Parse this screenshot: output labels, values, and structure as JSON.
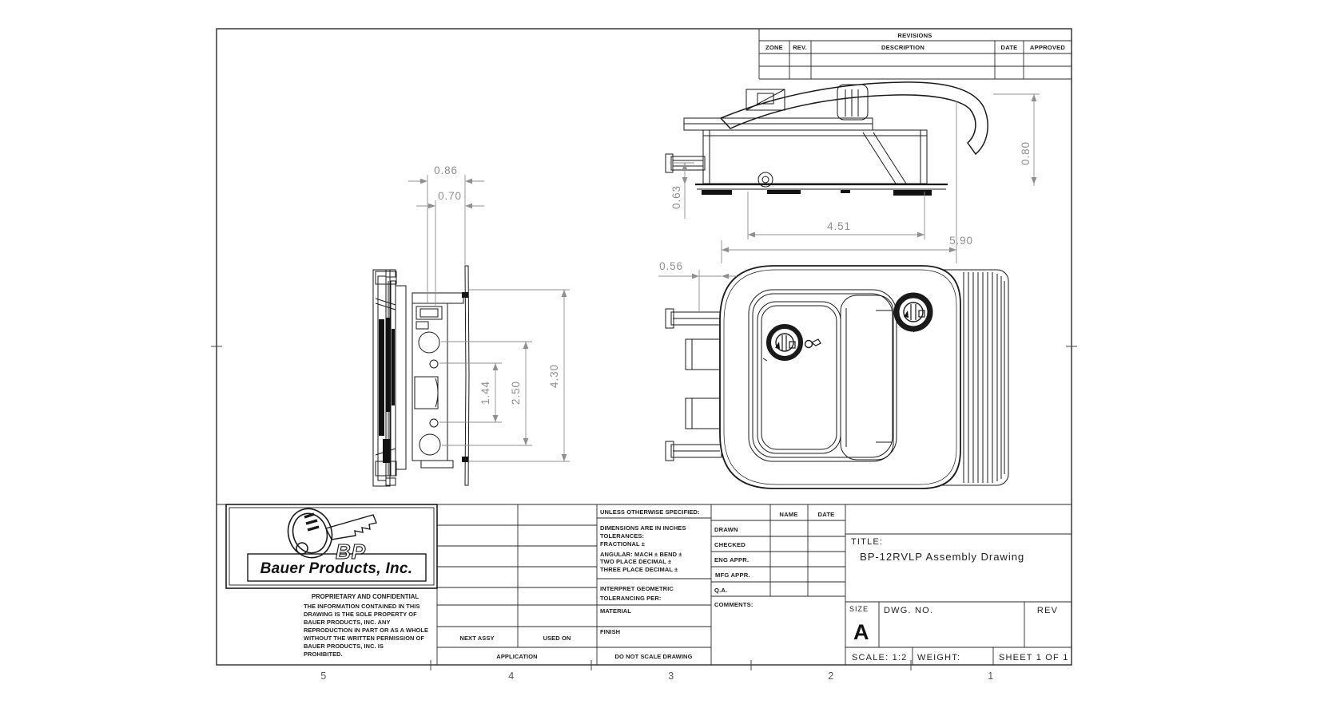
{
  "drawing": {
    "dims": {
      "side_top_outer": "0.86",
      "side_top_inner": "0.70",
      "side_small_holes": "1.44",
      "side_large_holes": "2.50",
      "side_overall": "4.30",
      "top_depth": "0.63",
      "top_body_width": "4.51",
      "top_handle_height": "0.80",
      "front_width": "5.90",
      "front_offset": "0.56"
    },
    "zones": [
      "5",
      "4",
      "3",
      "2",
      "1"
    ]
  },
  "revisions": {
    "title": "REVISIONS",
    "col_zone": "ZONE",
    "col_rev": "REV.",
    "col_description": "DESCRIPTION",
    "col_date": "DATE",
    "col_approved": "APPROVED"
  },
  "tolerance_block": {
    "header": "UNLESS OTHERWISE SPECIFIED:",
    "lines": [
      "DIMENSIONS ARE IN INCHES",
      "TOLERANCES:",
      "FRACTIONAL ±",
      "ANGULAR: MACH ±   BEND  ±",
      "TWO PLACE DECIMAL    ±",
      "THREE PLACE DECIMAL  ±"
    ],
    "interpret_1": "INTERPRET GEOMETRIC",
    "interpret_2": "TOLERANCING PER:",
    "material": "MATERIAL",
    "finish": "FINISH",
    "do_not_scale": "DO NOT SCALE DRAWING"
  },
  "application_block": {
    "next_assy": "NEXT ASSY",
    "used_on": "USED ON",
    "application": "APPLICATION"
  },
  "approvals": {
    "name": "NAME",
    "date": "DATE",
    "rows": [
      "DRAWN",
      "CHECKED",
      "ENG APPR.",
      "MFG APPR.",
      "Q.A."
    ],
    "comments": "COMMENTS:"
  },
  "title_block": {
    "title_label": "TITLE:",
    "title": "BP-12RVLP Assembly Drawing",
    "size_label": "SIZE",
    "size": "A",
    "dwg_no_label": "DWG. NO.",
    "rev_label": "REV",
    "scale": "SCALE: 1:2",
    "weight": "WEIGHT:",
    "sheet": "SHEET 1 OF 1"
  },
  "logo": {
    "bp": "BP",
    "company": "Bauer Products, Inc.",
    "confidential": "PROPRIETARY AND CONFIDENTIAL",
    "notice": [
      "THE INFORMATION CONTAINED IN THIS",
      "DRAWING IS THE SOLE PROPERTY OF",
      "BAUER PRODUCTS, INC. ANY",
      "REPRODUCTION IN PART OR AS A WHOLE",
      "WITHOUT THE WRITTEN PERMISSION OF",
      "BAUER PRODUCTS, INC. IS",
      "PROHIBITED."
    ]
  },
  "colors": {
    "line": "#1a1a1a",
    "dim": "#8f8f8f"
  }
}
